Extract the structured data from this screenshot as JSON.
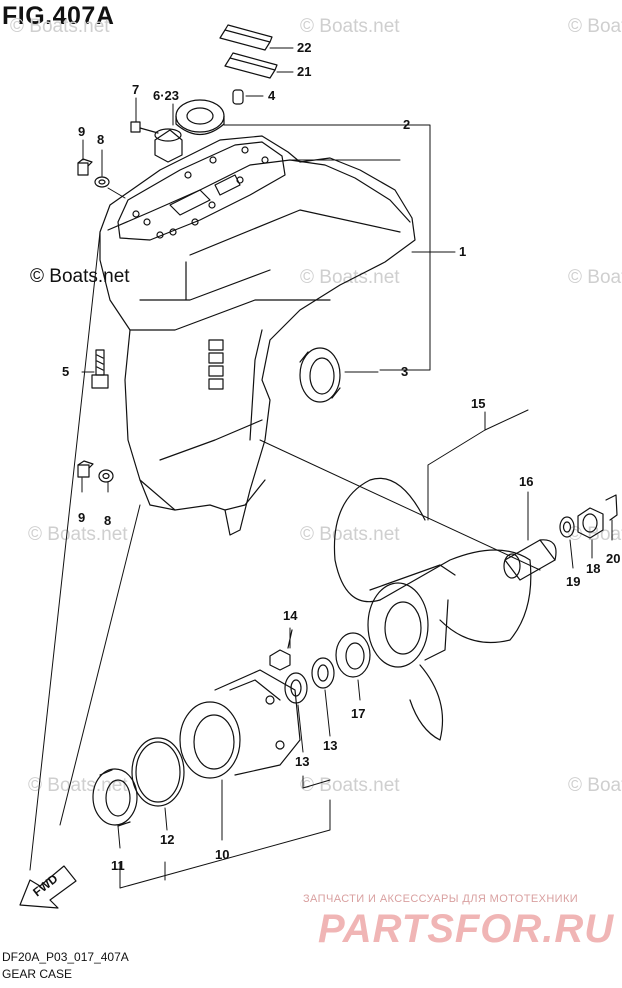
{
  "figure": {
    "title": "FIG.407A"
  },
  "watermarks": {
    "brand": "© Boats.net",
    "copyright": "© Boats.net"
  },
  "callouts": {
    "c1": "1",
    "c2": "2",
    "c3": "3",
    "c4": "4",
    "c5": "5",
    "c6_23": "6·23",
    "c7": "7",
    "c8_top": "8",
    "c8_bot": "8",
    "c9_top": "9",
    "c9_bot": "9",
    "c10": "10",
    "c11": "11",
    "c12": "12",
    "c13_a": "13",
    "c13_b": "13",
    "c14": "14",
    "c15": "15",
    "c16": "16",
    "c17": "17",
    "c18": "18",
    "c19": "19",
    "c20": "20",
    "c21": "21",
    "c22": "22"
  },
  "direction": {
    "fwd": "FWD"
  },
  "footer": {
    "code": "DF20A_P03_017_407A",
    "name": "GEAR CASE"
  },
  "store": {
    "tagline": "ЗАПЧАСТИ И АКСЕССУАРЫ ДЛЯ МОТОТЕХНИКИ",
    "logo": "PARTSFOR.RU"
  },
  "colors": {
    "line": "#111111",
    "watermark": "#cfcfcf",
    "store": "#f0b5b5"
  }
}
